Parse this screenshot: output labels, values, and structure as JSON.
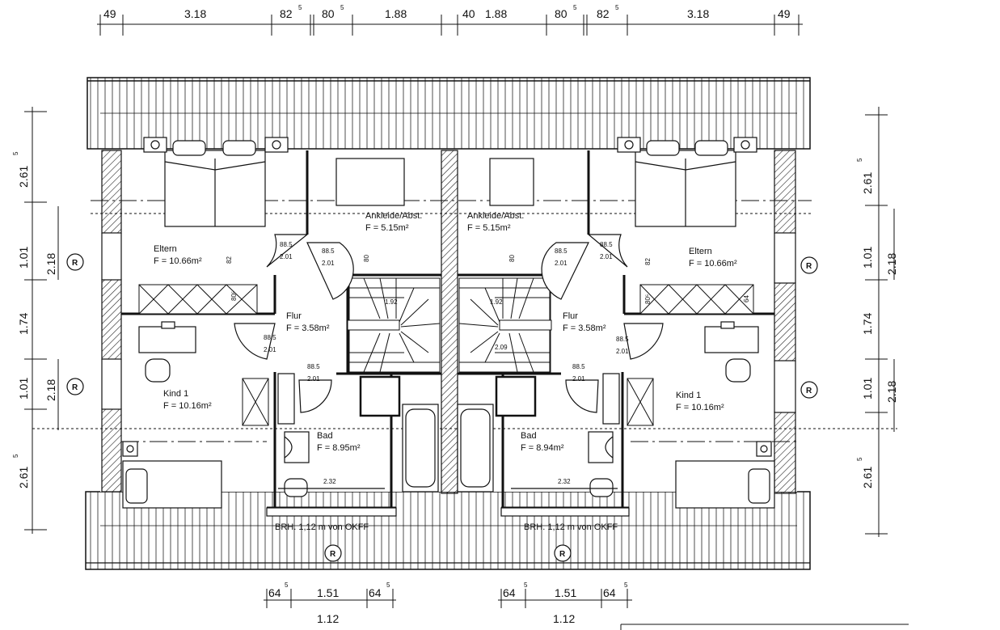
{
  "top_dimensions": [
    {
      "value": "49"
    },
    {
      "value": "3.18"
    },
    {
      "value": "82",
      "sup": "5"
    },
    {
      "value": "80",
      "sup": "5"
    },
    {
      "value": "1.88"
    },
    {
      "value": "40"
    },
    {
      "value": "1.88"
    },
    {
      "value": "80",
      "sup": "5"
    },
    {
      "value": "82",
      "sup": "5"
    },
    {
      "value": "3.18"
    },
    {
      "value": "49"
    }
  ],
  "left_dimensions": {
    "outer": [
      {
        "value": "2.61",
        "sup": "5"
      },
      {
        "value": "1.01"
      },
      {
        "value": "1.74"
      },
      {
        "value": "1.01"
      },
      {
        "value": "2.61",
        "sup": "5"
      }
    ],
    "inner": [
      {
        "value": "2.18"
      },
      {
        "value": "2.18"
      }
    ]
  },
  "right_dimensions": {
    "outer": [
      {
        "value": "2.61",
        "sup": "5"
      },
      {
        "value": "1.01"
      },
      {
        "value": "1.74"
      },
      {
        "value": "1.01"
      },
      {
        "value": "2.61",
        "sup": "5"
      }
    ],
    "inner": [
      {
        "value": "2.18"
      },
      {
        "value": "2.18"
      }
    ]
  },
  "bottom_dimensions": {
    "left": {
      "a": "64",
      "a_sup": "5",
      "b": "1.51",
      "c": "64",
      "c_sup": "5",
      "total": "1.12"
    },
    "right": {
      "a": "64",
      "a_sup": "5",
      "b": "1.51",
      "c": "64",
      "c_sup": "5",
      "total": "1.12"
    }
  },
  "rooms": {
    "left": {
      "eltern": {
        "name": "Eltern",
        "area": "F = 10.66m²"
      },
      "ankleide": {
        "name": "Ankleide/Abst.",
        "area": "F = 5.15m²"
      },
      "flur": {
        "name": "Flur",
        "area": "F = 3.58m²"
      },
      "kind": {
        "name": "Kind 1",
        "area": "F = 10.16m²"
      },
      "bad": {
        "name": "Bad",
        "area": "F = 8.95m²"
      }
    },
    "right": {
      "eltern": {
        "name": "Eltern",
        "area": "F = 10.66m²"
      },
      "ankleide": {
        "name": "Ankleide/Abst.",
        "area": "F = 5.15m²"
      },
      "flur": {
        "name": "Flur",
        "area": "F = 3.58m²"
      },
      "kind": {
        "name": "Kind 1",
        "area": "F = 10.16m²"
      },
      "bad": {
        "name": "Bad",
        "area": "F = 8.94m²"
      }
    }
  },
  "door_sizes": {
    "width": "88.5",
    "height": "2.01"
  },
  "misc_labels": {
    "bad_width": "2.32",
    "stair_left": "1.92",
    "stair_right_top": "1.92",
    "stair_right_bottom": "2.09",
    "brh_note": "BRH. 1,12 m von OKFF",
    "small_82": "82",
    "small_80": "80",
    "small_80_5": "80⁵",
    "small_64": "64",
    "r_marker": "R"
  }
}
